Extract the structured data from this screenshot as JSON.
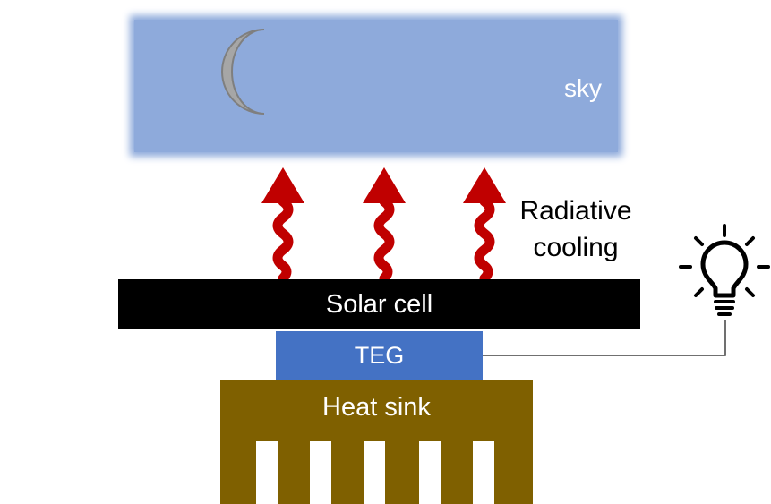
{
  "sky": {
    "label": "sky"
  },
  "emission": {
    "label_line1": "Radiative",
    "label_line2": "cooling",
    "arrow_count": 3
  },
  "layers": {
    "solar_cell": "Solar cell",
    "teg": "TEG",
    "heat_sink": "Heat sink"
  },
  "colors": {
    "sky": "#8eaadb",
    "moon": "#a6a6a6",
    "arrow": "#c00000",
    "solar_cell": "#000000",
    "teg": "#4472c4",
    "heat_sink": "#7f6000"
  },
  "icons": [
    "moon-icon",
    "radiation-arrow-icon",
    "light-bulb-icon"
  ]
}
